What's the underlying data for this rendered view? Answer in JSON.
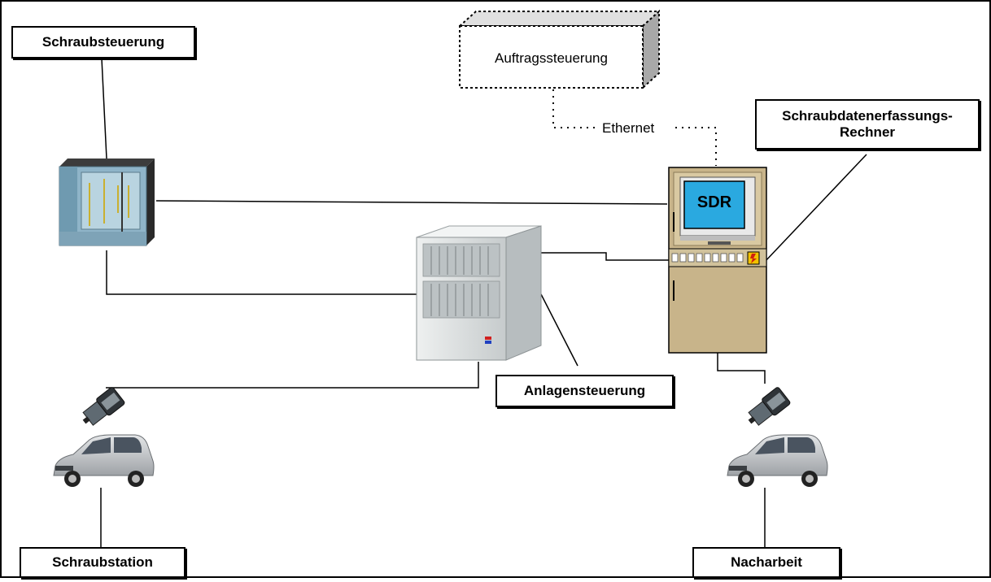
{
  "labels": {
    "schraubsteuerung": "Schraubsteuerung",
    "auftragssteuerung": "Auftragssteuerung",
    "ethernet": "Ethernet",
    "sdr_title_line1": "Schraubdatenerfassungs-",
    "sdr_title_line2": "Rechner",
    "sdr_screen": "SDR",
    "anlagensteuerung": "Anlagensteuerung",
    "schraubstation": "Schraubstation",
    "nacharbeit": "Nacharbeit"
  },
  "icons": {
    "plc": "plc-controller-icon",
    "cabinet": "control-cabinet-icon",
    "terminal": "sdr-terminal-icon",
    "screwdriver": "screwdriver-tool-icon",
    "car": "car-icon"
  },
  "colors": {
    "frame": "#000000",
    "sdr_cabinet": "#c8b48a",
    "sdr_screen": "#2aa9e0",
    "plc_body": "#8fb4c8",
    "cabinet_body": "#d8dcdc",
    "car_body": "#c9ccce"
  }
}
